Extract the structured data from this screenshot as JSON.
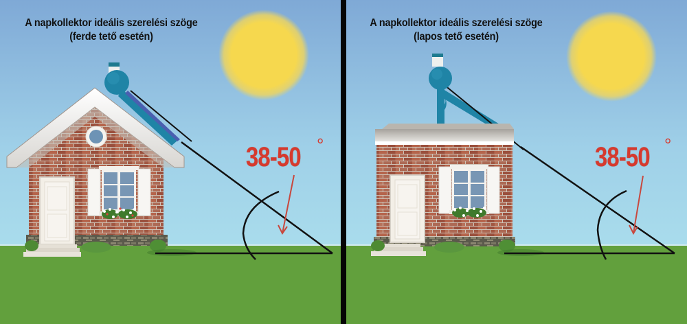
{
  "panels": [
    {
      "id": "sloped-roof",
      "title_line1": "A napkollektor ideális szerelési szöge",
      "title_line2": "(ferde tető esetén)",
      "angle_range": "38-50",
      "degree_symbol": "°",
      "roof_type": "sloped"
    },
    {
      "id": "flat-roof",
      "title_line1": "A napkollektor ideális szerelési szöge",
      "title_line2": "(lapos tető esetén)",
      "angle_range": "38-50",
      "degree_symbol": "°",
      "roof_type": "flat"
    }
  ],
  "colors": {
    "sky_top": "#7fa9d6",
    "sky_bottom": "#a8dcec",
    "sun": "#f6d84e",
    "grass": "#62a03d",
    "brick": "#a95b45",
    "collector_tank": "#1f84a6",
    "angle_label": "#d63a2e",
    "divider": "#050505"
  }
}
